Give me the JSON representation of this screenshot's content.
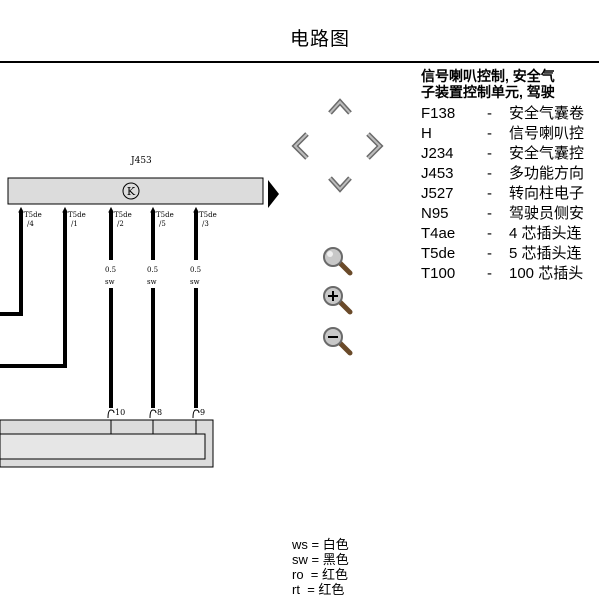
{
  "title": "电路图",
  "component": {
    "name": "J453",
    "symbol": "K"
  },
  "pins": [
    {
      "connector": "T5de",
      "pin": "/4"
    },
    {
      "connector": "T5de",
      "pin": "/1"
    },
    {
      "connector": "T5de",
      "pin": "/2",
      "size": "0.5",
      "color": "sw",
      "target": "10"
    },
    {
      "connector": "T5de",
      "pin": "/5",
      "size": "0.5",
      "color": "sw",
      "target": "8"
    },
    {
      "connector": "T5de",
      "pin": "/3",
      "size": "0.5",
      "color": "sw",
      "target": "9"
    }
  ],
  "navigation": {
    "up": "chevron-up-icon",
    "left": "chevron-left-icon",
    "right": "chevron-right-icon",
    "down": "chevron-down-icon",
    "zoom": "magnifier-icon",
    "zoom_in": "zoom-in-icon",
    "zoom_out": "zoom-out-icon",
    "panel_toggle": "triangle-right-icon"
  },
  "legend": {
    "heading_line1": "信号喇叭控制, 安全气",
    "heading_line2": "子装置控制单元, 驾驶",
    "items": [
      {
        "code": "F138",
        "dash": "-",
        "desc": "安全气囊卷"
      },
      {
        "code": "H",
        "dash": "-",
        "desc": "信号喇叭控"
      },
      {
        "code": "J234",
        "dash": "-",
        "desc": "安全气囊控"
      },
      {
        "code": "J453",
        "dash": "-",
        "desc": "多功能方向"
      },
      {
        "code": "J527",
        "dash": "-",
        "desc": "转向柱电子"
      },
      {
        "code": "N95",
        "dash": "-",
        "desc": "驾驶员侧安"
      },
      {
        "code": "T4ae",
        "dash": "-",
        "desc": "4 芯插头连"
      },
      {
        "code": "T5de",
        "dash": "-",
        "desc": "5 芯插头连"
      },
      {
        "code": "T100",
        "dash": "-",
        "desc": "100 芯插头"
      }
    ]
  },
  "color_key": [
    {
      "code": "ws",
      "eq": "=",
      "name": "白色"
    },
    {
      "code": "sw",
      "eq": "=",
      "name": "黑色"
    },
    {
      "code": "ro",
      "eq": "=",
      "name": "红色"
    },
    {
      "code": "rt",
      "eq": "=",
      "name": "红色"
    }
  ],
  "colors": {
    "wire": "#000000",
    "icon_grey": "#8a8a8a",
    "component_fill": "#dcdcdc"
  }
}
